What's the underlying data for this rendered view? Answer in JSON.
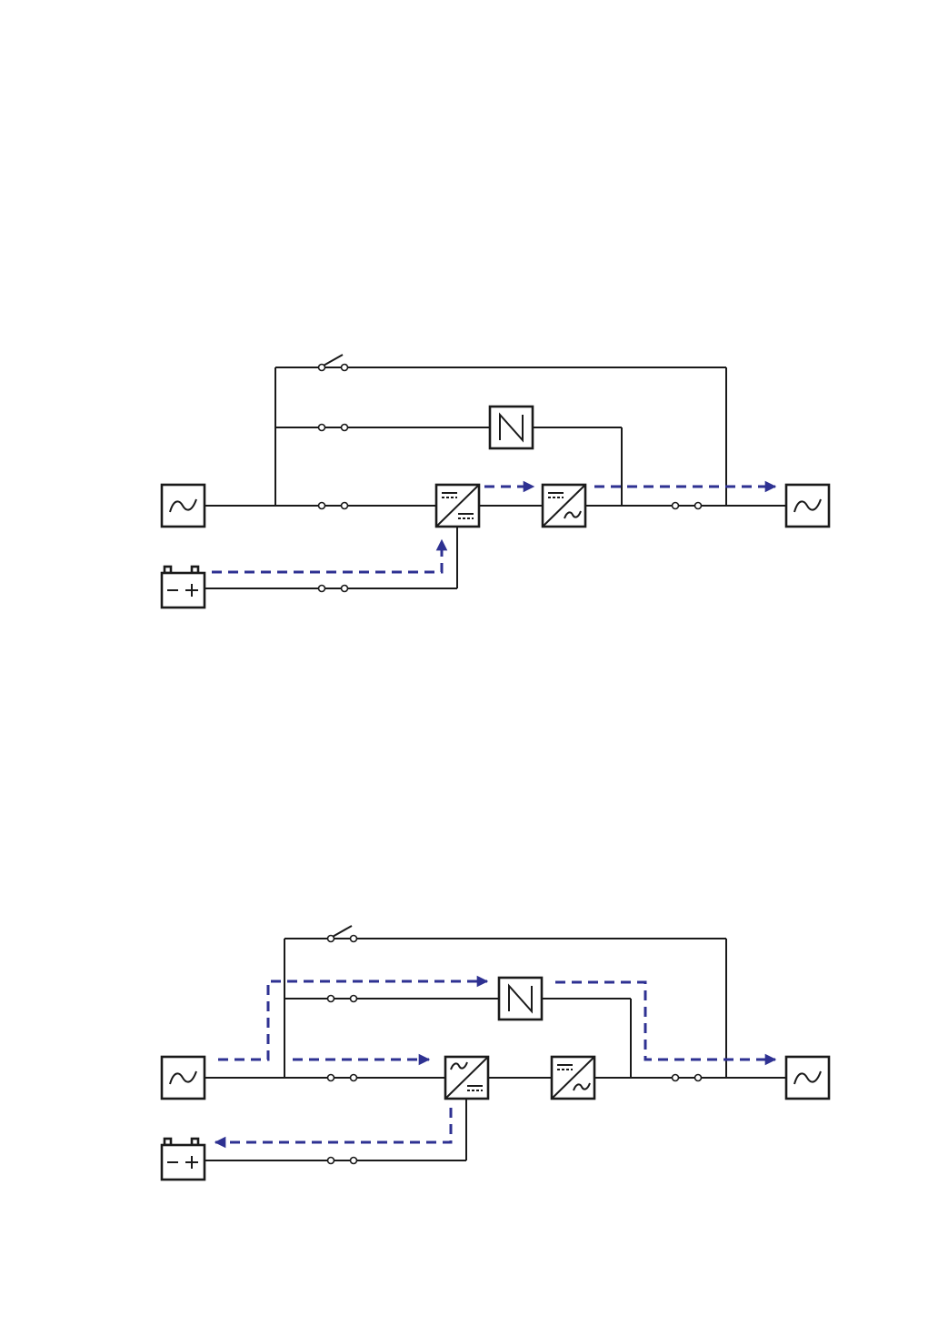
{
  "colors": {
    "wire": "#1a1a1a",
    "flow": "#2e3192"
  },
  "diagrams": [
    {
      "id": "battery-mode",
      "components": [
        "ac-source-icon",
        "battery-icon",
        "rectifier-icon",
        "inverter-icon",
        "static-switch-icon",
        "maintenance-bypass-switch-icon",
        "ac-load-icon"
      ],
      "flow_direction": "battery-to-load"
    },
    {
      "id": "eco-mode",
      "components": [
        "ac-source-icon",
        "battery-icon",
        "charger-icon",
        "inverter-icon",
        "static-switch-icon",
        "maintenance-bypass-switch-icon",
        "ac-load-icon"
      ],
      "flow_direction": "mains-to-load-via-bypass-and-charging-battery"
    }
  ]
}
